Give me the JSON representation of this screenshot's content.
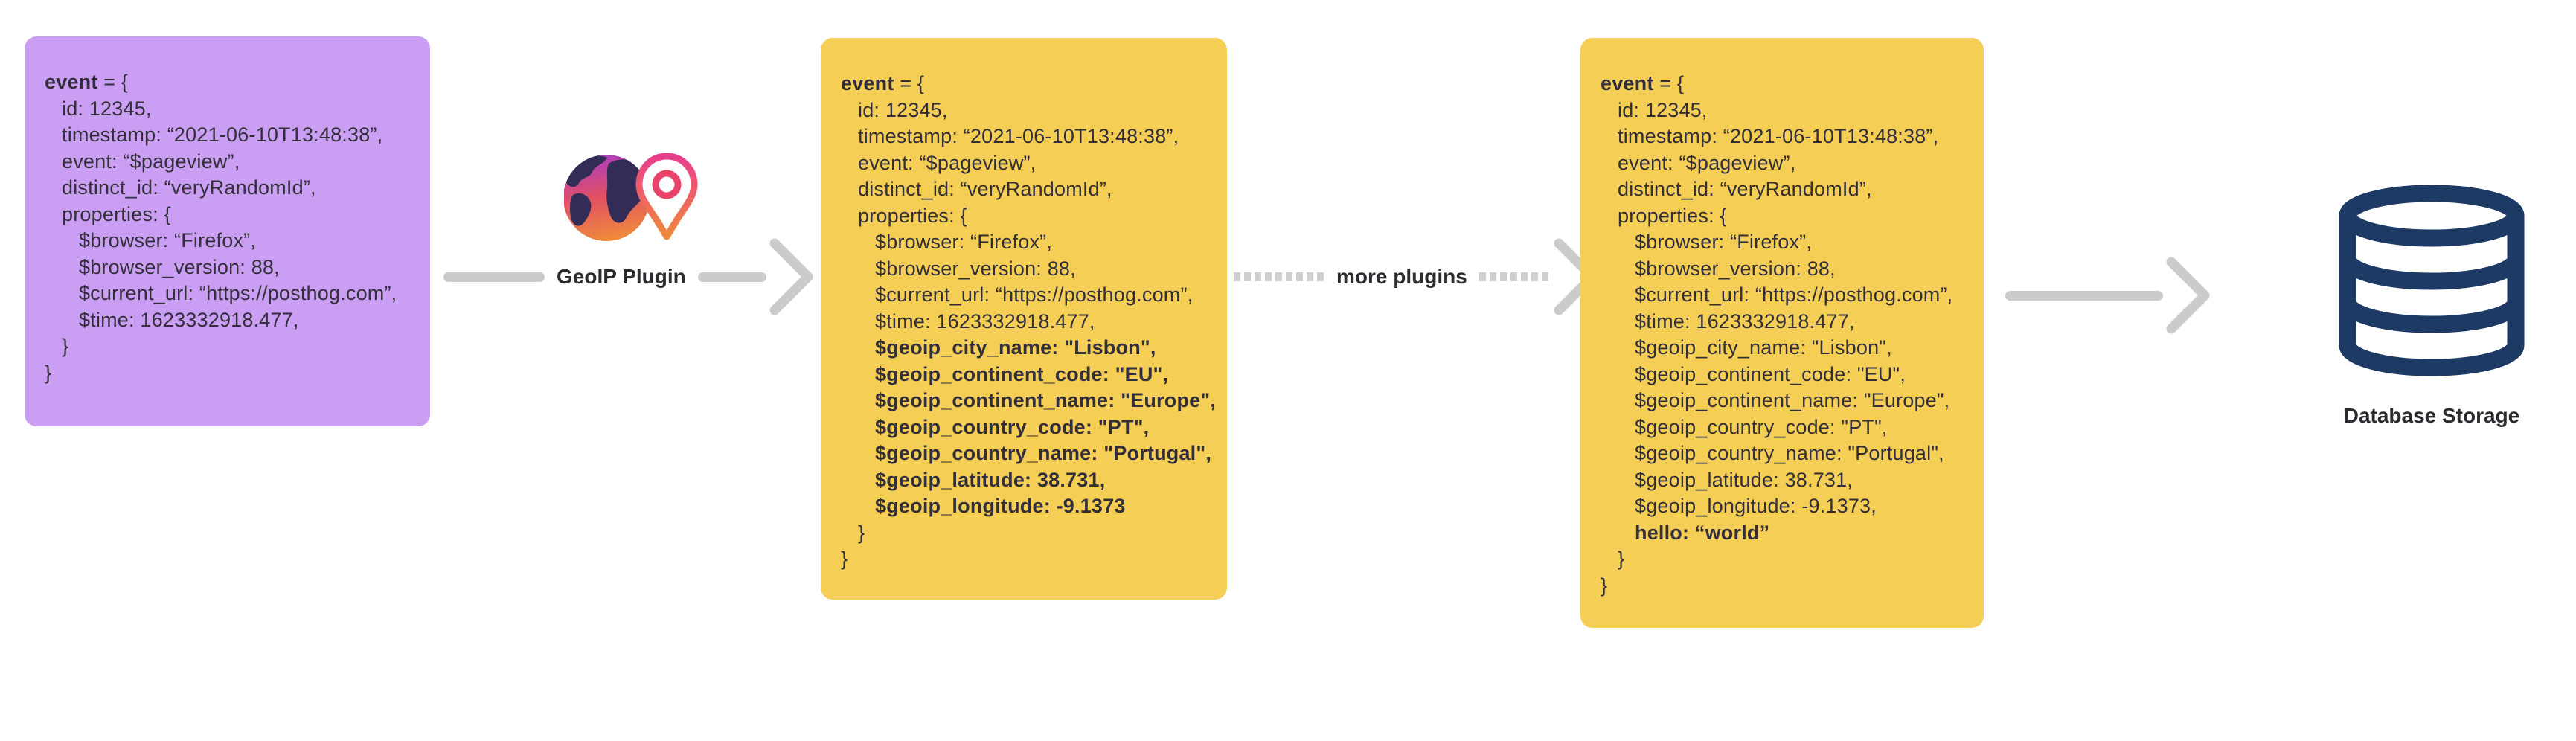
{
  "diagram": {
    "description_labels": {
      "geoip_arrow_label": "GeoIP Plugin",
      "more_plugins_arrow_label": "more plugins",
      "database_label": "Database Storage"
    }
  },
  "colors": {
    "canvas_bg": "#ffffff",
    "purple_card": "#CA9EF2",
    "yellow_card": "#F5CE55",
    "code_text": "#322F3A",
    "arrow_gray": "#CBCBCB",
    "dash_gray": "#CFCFCF",
    "label_text": "#2B2B30",
    "database_navy": "#1C3A63",
    "globe_gradient_top": "#A93BC4",
    "globe_gradient_mid": "#E25064",
    "globe_gradient_bottom": "#EE8A3B",
    "continent_dark": "#332C56",
    "pin_gradient_top": "#EA3D8C",
    "pin_gradient_bottom": "#EF8A3C",
    "pin_ring": "#E8436B"
  },
  "icons": [
    {
      "name": "geoip-plugin-icon",
      "depicts": "globe with location pin"
    },
    {
      "name": "arrow-head-icon",
      "depicts": "right chevron arrowhead"
    },
    {
      "name": "database-icon",
      "depicts": "database cylinder"
    }
  ],
  "arrows": [
    {
      "label": "GeoIP Plugin",
      "style": "solid"
    },
    {
      "label": "more plugins",
      "style": "dashed"
    },
    {
      "label": "",
      "style": "solid"
    }
  ],
  "database": {
    "label": "Database Storage"
  },
  "boxes": [
    {
      "name": "original-event-card",
      "variant": "purple",
      "lines": [
        {
          "i": 0,
          "parts": [
            {
              "t": "event",
              "b": true
            },
            {
              "t": " = {"
            }
          ]
        },
        {
          "i": 1,
          "parts": [
            {
              "t": "id: 12345,"
            }
          ]
        },
        {
          "i": 1,
          "parts": [
            {
              "t": "timestamp: “2021-06-10T13:48:38”,"
            }
          ]
        },
        {
          "i": 1,
          "parts": [
            {
              "t": "event: “$pageview”,"
            }
          ]
        },
        {
          "i": 1,
          "parts": [
            {
              "t": "distinct_id: “veryRandomId”,"
            }
          ]
        },
        {
          "i": 1,
          "parts": [
            {
              "t": "properties: {"
            }
          ]
        },
        {
          "i": 2,
          "parts": [
            {
              "t": "$browser: “Firefox”,"
            }
          ]
        },
        {
          "i": 2,
          "parts": [
            {
              "t": "$browser_version: 88,"
            }
          ]
        },
        {
          "i": 2,
          "parts": [
            {
              "t": "$current_url: “https://posthog.com”,"
            }
          ]
        },
        {
          "i": 2,
          "parts": [
            {
              "t": "$time: 1623332918.477,"
            }
          ]
        },
        {
          "i": 1,
          "parts": [
            {
              "t": "}"
            }
          ]
        },
        {
          "i": 0,
          "parts": [
            {
              "t": "}"
            }
          ]
        }
      ]
    },
    {
      "name": "event-after-geoip-card",
      "variant": "yellow",
      "lines": [
        {
          "i": 0,
          "parts": [
            {
              "t": "event",
              "b": true
            },
            {
              "t": " = {"
            }
          ]
        },
        {
          "i": 1,
          "parts": [
            {
              "t": "id: 12345,"
            }
          ]
        },
        {
          "i": 1,
          "parts": [
            {
              "t": "timestamp: “2021-06-10T13:48:38”,"
            }
          ]
        },
        {
          "i": 1,
          "parts": [
            {
              "t": "event: “$pageview”,"
            }
          ]
        },
        {
          "i": 1,
          "parts": [
            {
              "t": "distinct_id: “veryRandomId”,"
            }
          ]
        },
        {
          "i": 1,
          "parts": [
            {
              "t": "properties: {"
            }
          ]
        },
        {
          "i": 2,
          "parts": [
            {
              "t": "$browser: “Firefox”,"
            }
          ]
        },
        {
          "i": 2,
          "parts": [
            {
              "t": "$browser_version: 88,"
            }
          ]
        },
        {
          "i": 2,
          "parts": [
            {
              "t": "$current_url: “https://posthog.com”,"
            }
          ]
        },
        {
          "i": 2,
          "parts": [
            {
              "t": "$time: 1623332918.477,"
            }
          ]
        },
        {
          "i": 2,
          "parts": [
            {
              "t": "$geoip_city_name: \"Lisbon\",",
              "b": true
            }
          ]
        },
        {
          "i": 2,
          "parts": [
            {
              "t": "$geoip_continent_code: \"EU\",",
              "b": true
            }
          ]
        },
        {
          "i": 2,
          "parts": [
            {
              "t": "$geoip_continent_name: \"Europe\",",
              "b": true
            }
          ]
        },
        {
          "i": 2,
          "parts": [
            {
              "t": "$geoip_country_code: \"PT\",",
              "b": true
            }
          ]
        },
        {
          "i": 2,
          "parts": [
            {
              "t": "$geoip_country_name: \"Portugal\",",
              "b": true
            }
          ]
        },
        {
          "i": 2,
          "parts": [
            {
              "t": "$geoip_latitude: 38.731,",
              "b": true
            }
          ]
        },
        {
          "i": 2,
          "parts": [
            {
              "t": "$geoip_longitude: -9.1373",
              "b": true
            }
          ]
        },
        {
          "i": 1,
          "parts": [
            {
              "t": "}"
            }
          ]
        },
        {
          "i": 0,
          "parts": [
            {
              "t": "}"
            }
          ]
        }
      ]
    },
    {
      "name": "event-after-more-plugins-card",
      "variant": "yellow",
      "lines": [
        {
          "i": 0,
          "parts": [
            {
              "t": "event",
              "b": true
            },
            {
              "t": " = {"
            }
          ]
        },
        {
          "i": 1,
          "parts": [
            {
              "t": "id: 12345,"
            }
          ]
        },
        {
          "i": 1,
          "parts": [
            {
              "t": "timestamp: “2021-06-10T13:48:38”,"
            }
          ]
        },
        {
          "i": 1,
          "parts": [
            {
              "t": "event: “$pageview”,"
            }
          ]
        },
        {
          "i": 1,
          "parts": [
            {
              "t": "distinct_id: “veryRandomId”,"
            }
          ]
        },
        {
          "i": 1,
          "parts": [
            {
              "t": "properties: {"
            }
          ]
        },
        {
          "i": 2,
          "parts": [
            {
              "t": "$browser: “Firefox”,"
            }
          ]
        },
        {
          "i": 2,
          "parts": [
            {
              "t": "$browser_version: 88,"
            }
          ]
        },
        {
          "i": 2,
          "parts": [
            {
              "t": "$current_url: “https://posthog.com”,"
            }
          ]
        },
        {
          "i": 2,
          "parts": [
            {
              "t": "$time: 1623332918.477,"
            }
          ]
        },
        {
          "i": 2,
          "parts": [
            {
              "t": "$geoip_city_name: \"Lisbon\","
            }
          ]
        },
        {
          "i": 2,
          "parts": [
            {
              "t": "$geoip_continent_code: \"EU\","
            }
          ]
        },
        {
          "i": 2,
          "parts": [
            {
              "t": "$geoip_continent_name: \"Europe\","
            }
          ]
        },
        {
          "i": 2,
          "parts": [
            {
              "t": "$geoip_country_code: \"PT\","
            }
          ]
        },
        {
          "i": 2,
          "parts": [
            {
              "t": "$geoip_country_name: \"Portugal\","
            }
          ]
        },
        {
          "i": 2,
          "parts": [
            {
              "t": "$geoip_latitude: 38.731,"
            }
          ]
        },
        {
          "i": 2,
          "parts": [
            {
              "t": "$geoip_longitude: -9.1373,"
            }
          ]
        },
        {
          "i": 2,
          "parts": [
            {
              "t": "hello: “world”",
              "b": true
            }
          ]
        },
        {
          "i": 1,
          "parts": [
            {
              "t": "}"
            }
          ]
        },
        {
          "i": 0,
          "parts": [
            {
              "t": "}"
            }
          ]
        }
      ]
    }
  ]
}
